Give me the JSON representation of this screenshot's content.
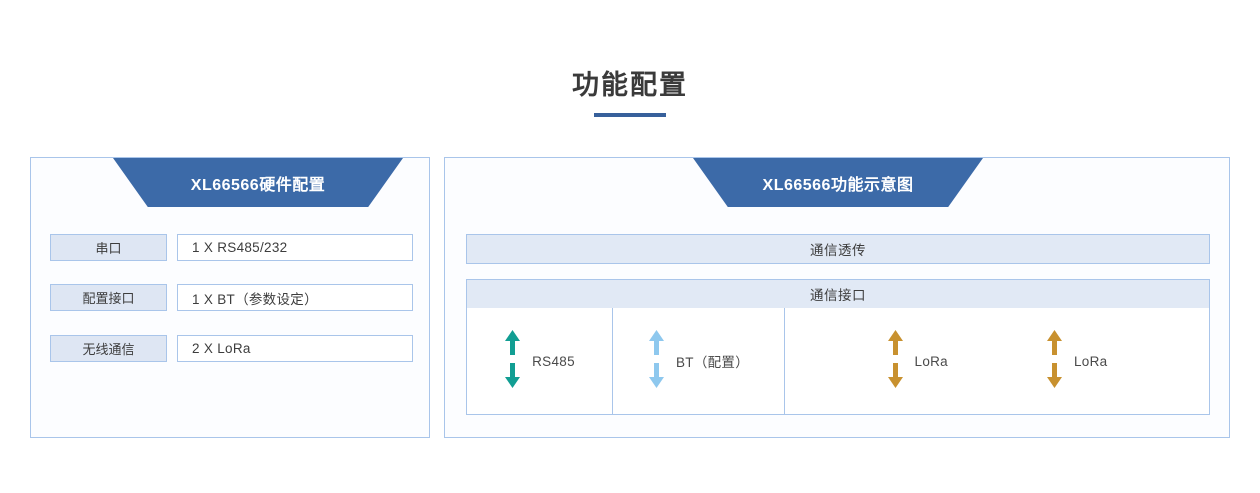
{
  "page": {
    "title": "功能配置",
    "accent_color": "#37609b",
    "banner_color": "#3c6aa8",
    "panel_border_color": "#a9c5ea",
    "label_fill_color": "#dee6f3"
  },
  "left_panel": {
    "banner_title": "XL66566硬件配置",
    "rows": [
      {
        "label": "串口",
        "value": "1 X RS485/232"
      },
      {
        "label": "配置接口",
        "value": "1 X BT（参数设定）"
      },
      {
        "label": "无线通信",
        "value": "2 X LoRa"
      }
    ]
  },
  "right_panel": {
    "banner_title": "XL66566功能示意图",
    "bars": [
      {
        "label": "通信透传"
      },
      {
        "label": "通信接口"
      }
    ],
    "ports": [
      {
        "label": "RS485",
        "icon": "double-arrow-vertical-icon",
        "color": "#119e93"
      },
      {
        "label": "BT（配置）",
        "icon": "double-arrow-vertical-icon",
        "color": "#8ec8ee"
      },
      {
        "label": "LoRa",
        "icon": "double-arrow-vertical-icon",
        "color": "#c8912f"
      },
      {
        "label": "LoRa",
        "icon": "double-arrow-vertical-icon",
        "color": "#c8912f"
      }
    ]
  }
}
